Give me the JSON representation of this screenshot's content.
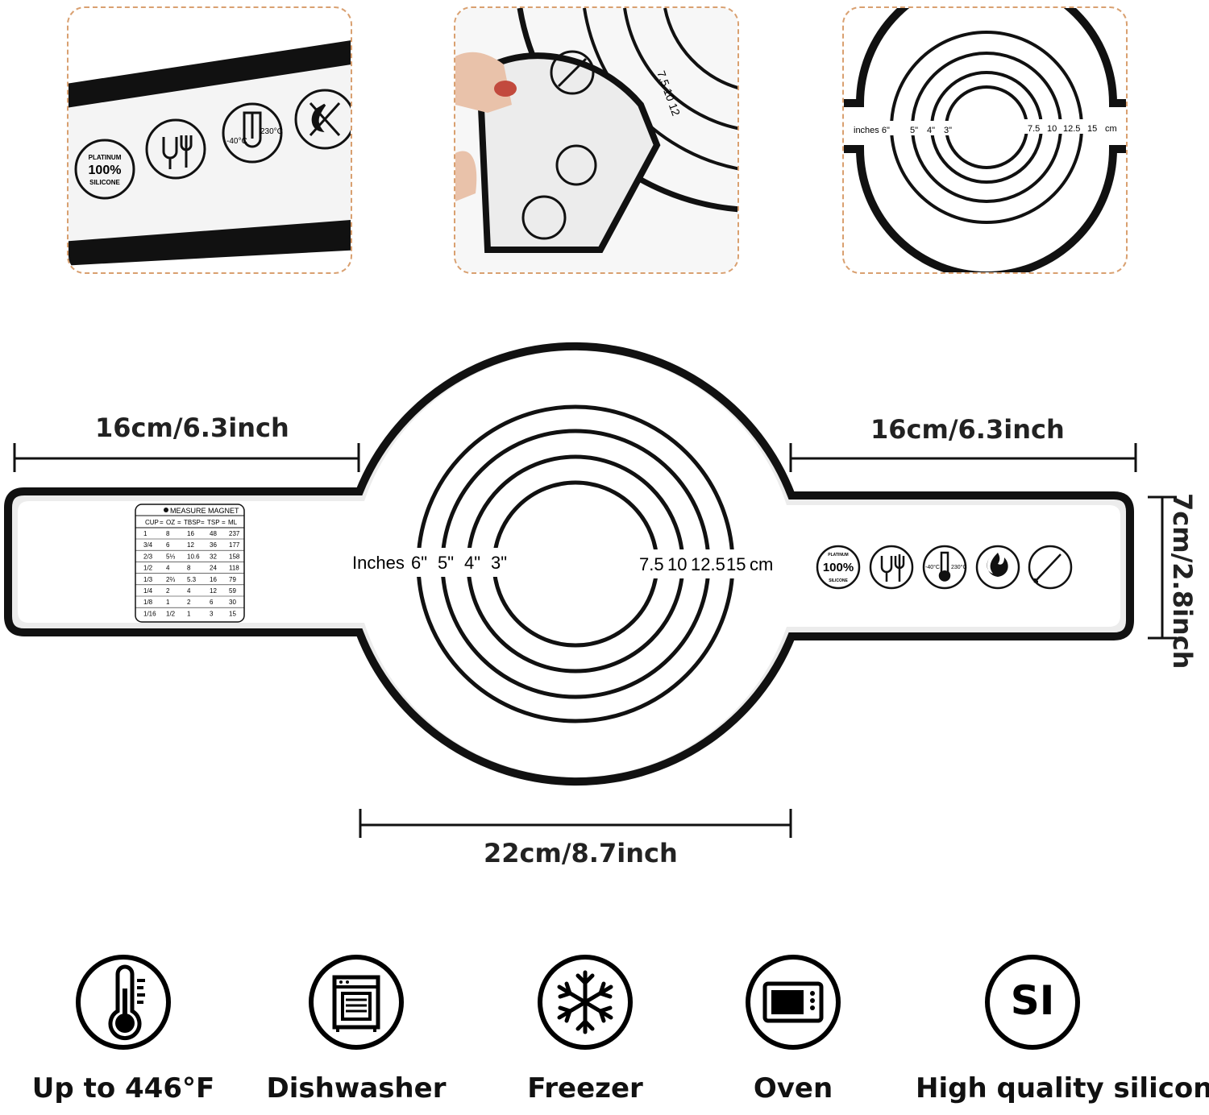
{
  "photos": {
    "badge_lines": [
      "PLATINUM",
      "100%",
      "SILICONE"
    ],
    "temp_low": "-40°C",
    "temp_high": "230°C",
    "circle_inches": [
      "inches 6\"",
      "5\"",
      "4\"",
      "3\""
    ],
    "circle_cm": [
      "7.5",
      "10",
      "12.5",
      "15",
      "cm"
    ],
    "folded_numbers": "7.5  10  12"
  },
  "dimensions": {
    "left_handle": "16cm/6.3inch",
    "right_handle": "16cm/6.3inch",
    "handle_width": "7cm/2.8inch",
    "circle_diameter": "22cm/8.7inch"
  },
  "mat": {
    "inches_label": "Inches",
    "inch_marks": [
      "6\"",
      "5\"",
      "4\"",
      "3\""
    ],
    "cm_marks": [
      "7.5",
      "10",
      "12.5",
      "15",
      "cm"
    ],
    "badge_lines": [
      "PLATINUM",
      "100%",
      "SILICONE"
    ],
    "temp_low": "-40°C",
    "temp_high": "230°C",
    "table_title": "MEASURE MAGNET",
    "table_header": [
      "CUP",
      "=",
      "OZ",
      "=",
      "TBSP",
      "=",
      "TSP",
      "=",
      "ML"
    ],
    "table_rows": [
      [
        "1",
        "8",
        "16",
        "48",
        "237"
      ],
      [
        "3/4",
        "6",
        "12",
        "36",
        "177"
      ],
      [
        "2/3",
        "5⅓",
        "10.6",
        "32",
        "158"
      ],
      [
        "1/2",
        "4",
        "8",
        "24",
        "118"
      ],
      [
        "1/3",
        "2⅔",
        "5.3",
        "16",
        "79"
      ],
      [
        "1/4",
        "2",
        "4",
        "12",
        "59"
      ],
      [
        "1/8",
        "1",
        "2",
        "6",
        "30"
      ],
      [
        "1/16",
        "1/2",
        "1",
        "3",
        "15"
      ]
    ]
  },
  "features": [
    {
      "icon": "thermometer-icon",
      "label": "Up to 446°F"
    },
    {
      "icon": "dishwasher-icon",
      "label": "Dishwasher"
    },
    {
      "icon": "snowflake-icon",
      "label": "Freezer"
    },
    {
      "icon": "microwave-oven-icon",
      "label": "Oven"
    },
    {
      "icon": "silicone-si-icon",
      "label": "High quality silicone",
      "symbol": "SI"
    }
  ]
}
